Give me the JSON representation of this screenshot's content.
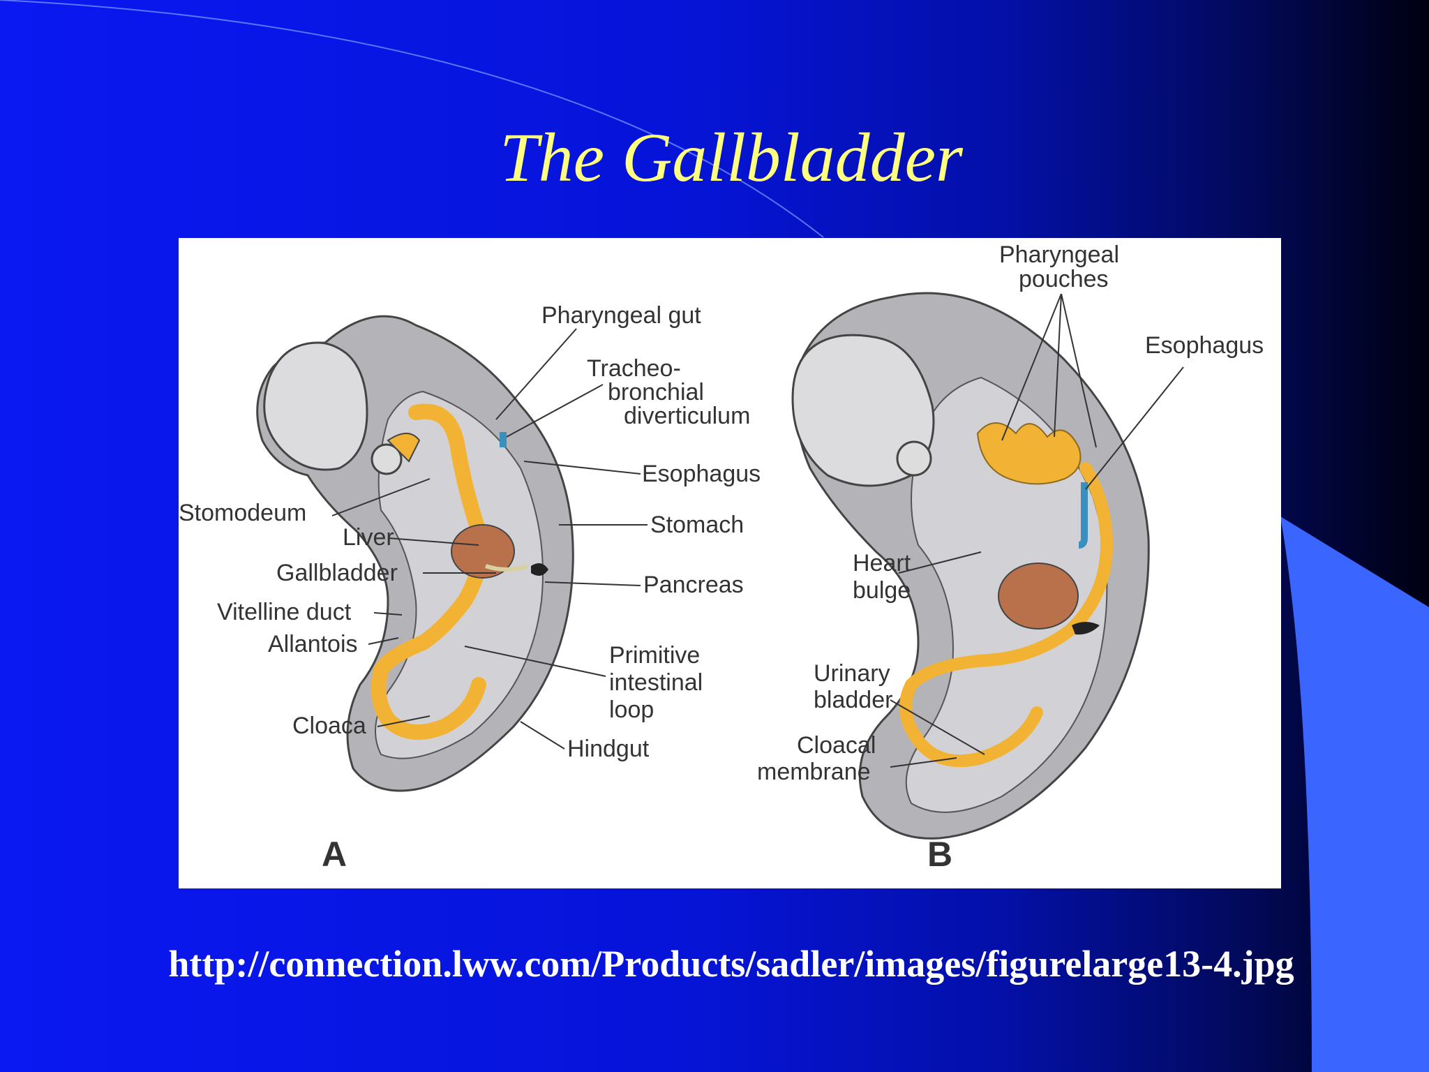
{
  "slide": {
    "title": "The Gallbladder",
    "source_url": "http://connection.lww.com/Products/sadler/images/figurelarge13-4.jpg"
  },
  "colors": {
    "background": "#0614d8",
    "title": "#ffff80",
    "gut": "#f2b233",
    "liver": "#b8714a",
    "embryo": "#9a9a9e",
    "accent_shape": "#3a66ff"
  },
  "figure": {
    "panel_a": {
      "letter": "A",
      "labels": {
        "pharyngeal_gut": "Pharyngeal gut",
        "tracheo_1": "Tracheo-",
        "tracheo_2": "bronchial",
        "tracheo_3": "diverticulum",
        "esophagus": "Esophagus",
        "stomodeum": "Stomodeum",
        "liver": "Liver",
        "stomach": "Stomach",
        "gallbladder": "Gallbladder",
        "pancreas": "Pancreas",
        "vitelline": "Vitelline duct",
        "allantois": "Allantois",
        "primitive_1": "Primitive",
        "primitive_2": "intestinal",
        "primitive_3": "loop",
        "cloaca": "Cloaca",
        "hindgut": "Hindgut"
      }
    },
    "panel_b": {
      "letter": "B",
      "labels": {
        "pouches_1": "Pharyngeal",
        "pouches_2": "pouches",
        "esophagus": "Esophagus",
        "heart_1": "Heart",
        "heart_2": "bulge",
        "urinary_1": "Urinary",
        "urinary_2": "bladder",
        "cloacal_1": "Cloacal",
        "cloacal_2": "membrane"
      }
    }
  }
}
